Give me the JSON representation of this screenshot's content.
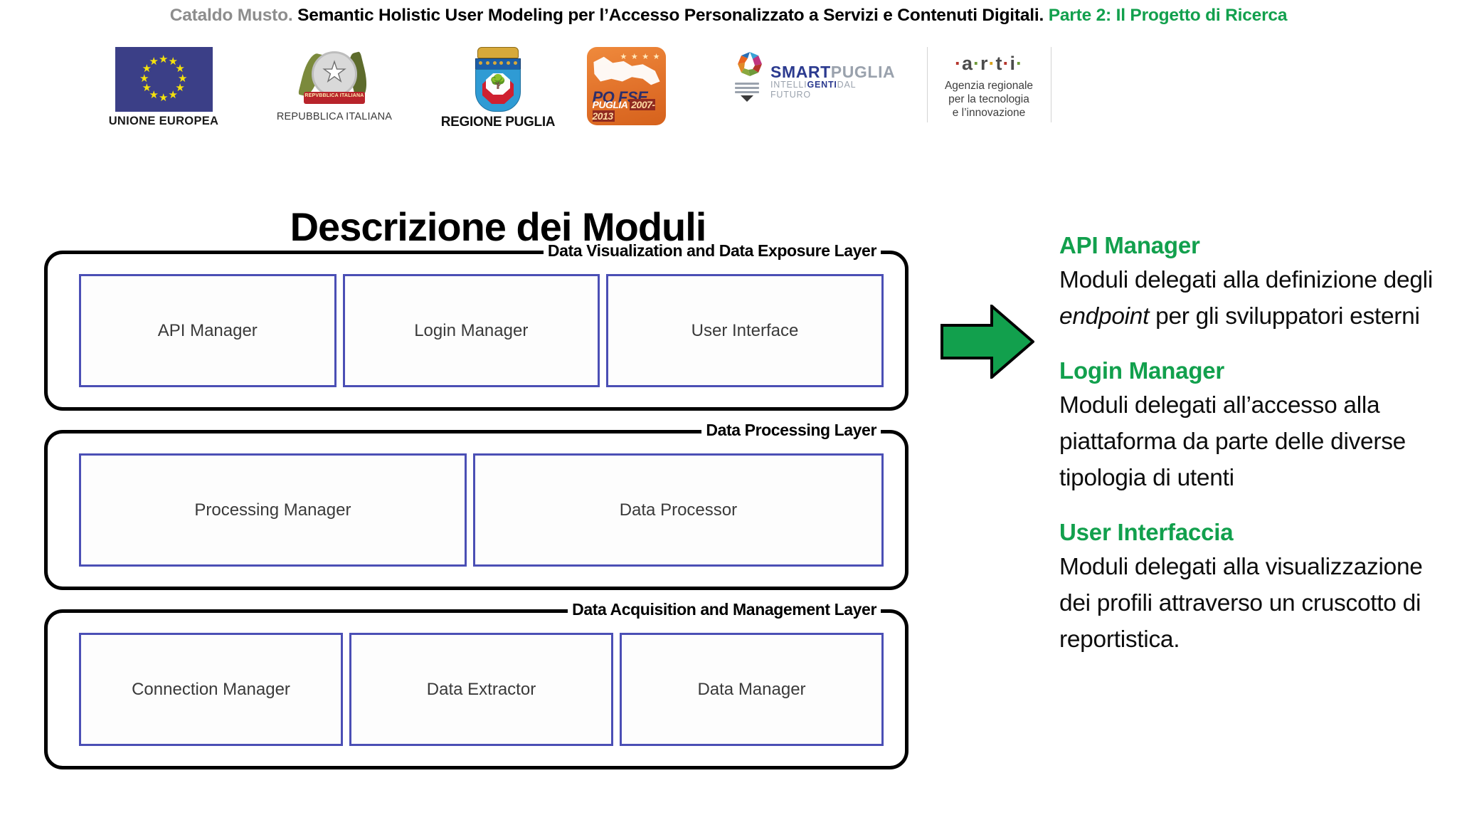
{
  "header": {
    "author": "Cataldo Musto.",
    "title": "Semantic Holistic User Modeling per l’Accesso Personalizzato a Servizi e Contenuti Digitali.",
    "part": "Parte 2: Il Progetto di Ricerca",
    "author_color": "#8d8d8d",
    "part_color": "#12a04d"
  },
  "logos": [
    {
      "name": "unione-europea",
      "label": "UNIONE EUROPEA",
      "flag_color": "#3b3f87",
      "star_color": "#f5e20c",
      "stars": 12
    },
    {
      "name": "repubblica-italiana",
      "label": "REPUBBLICA ITALIANA",
      "ribbon_text": "REPVBBLICA ITALIANA"
    },
    {
      "name": "regione-puglia",
      "label": "REGIONE PUGLIA"
    },
    {
      "name": "po-fse",
      "line1": "PO FSE",
      "line2_a": "PUGLIA",
      "line2_b": "2007-2013",
      "bg_color": "#e1712a"
    },
    {
      "name": "smartpuglia",
      "word_a": "SMART",
      "word_b": "PUGLIA",
      "tagline_a": "INTELLI",
      "tagline_b": "GENTI",
      "tagline_c": "DAL FUTURO"
    },
    {
      "name": "arti",
      "letters": "a · r · t · i",
      "sub_line1": "Agenzia regionale",
      "sub_line2": "per la tecnologia",
      "sub_line3": "e l’innovazione"
    }
  ],
  "page_title": "Descrizione dei Moduli",
  "diagram": {
    "layers": [
      {
        "title": "Data Visualization and Data Exposure Layer",
        "modules": [
          {
            "label": "API Manager",
            "flex": 1
          },
          {
            "label": "Login Manager",
            "flex": 1
          },
          {
            "label": "User Interface",
            "flex": 1.08
          }
        ]
      },
      {
        "title": "Data Processing Layer",
        "modules": [
          {
            "label": "Processing Manager",
            "flex": 1
          },
          {
            "label": "Data Processor",
            "flex": 1.06
          }
        ]
      },
      {
        "title": "Data Acquisition and Management Layer",
        "modules": [
          {
            "label": "Connection Manager",
            "flex": 1
          },
          {
            "label": "Data Extractor",
            "flex": 1
          },
          {
            "label": "Data Manager",
            "flex": 1
          }
        ]
      }
    ],
    "module_border_color": "#4b4fb5",
    "layer_border_color": "#000000"
  },
  "arrow": {
    "name": "right-arrow",
    "fill": "#12a04d",
    "stroke": "#000000"
  },
  "descriptions": [
    {
      "heading": "API Manager",
      "body_before": "Moduli delegati alla definizione degli ",
      "body_italic": "endpoint",
      "body_after": " per gli sviluppatori esterni"
    },
    {
      "heading": "Login Manager",
      "body_before": "Moduli delegati all’accesso alla piattaforma da parte delle diverse tipologia di utenti",
      "body_italic": "",
      "body_after": ""
    },
    {
      "heading": "User Interfaccia",
      "body_before": "Moduli delegati alla visualizzazione dei profili attraverso un cruscotto di reportistica.",
      "body_italic": "",
      "body_after": ""
    }
  ]
}
